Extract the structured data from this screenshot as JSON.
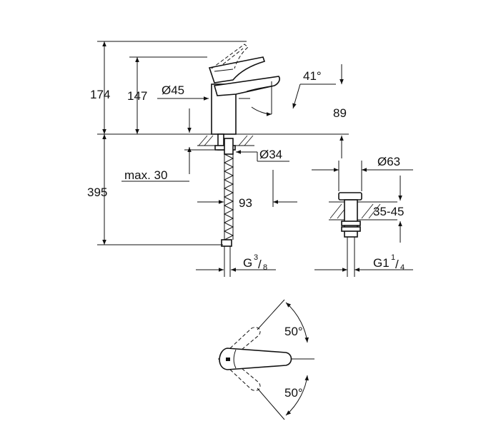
{
  "colors": {
    "line": "#111111",
    "background": "#ffffff"
  },
  "dimensions": {
    "height_total": "174",
    "height_spout": "147",
    "spout_diameter": "Ø45",
    "spout_angle": "41°",
    "spout_projection": "89",
    "base_diameter": "Ø34",
    "max_deck": "max. 30",
    "below_deck": "395",
    "reach": "93",
    "connection_main": "G",
    "connection_frac_num": "3",
    "connection_frac_den": "8",
    "waste_diameter": "Ø63",
    "waste_range": "35-45",
    "waste_thread_main": "G1",
    "waste_frac_num": "1",
    "waste_frac_den": "4",
    "swivel_top": "50°",
    "swivel_bottom": "50°"
  }
}
